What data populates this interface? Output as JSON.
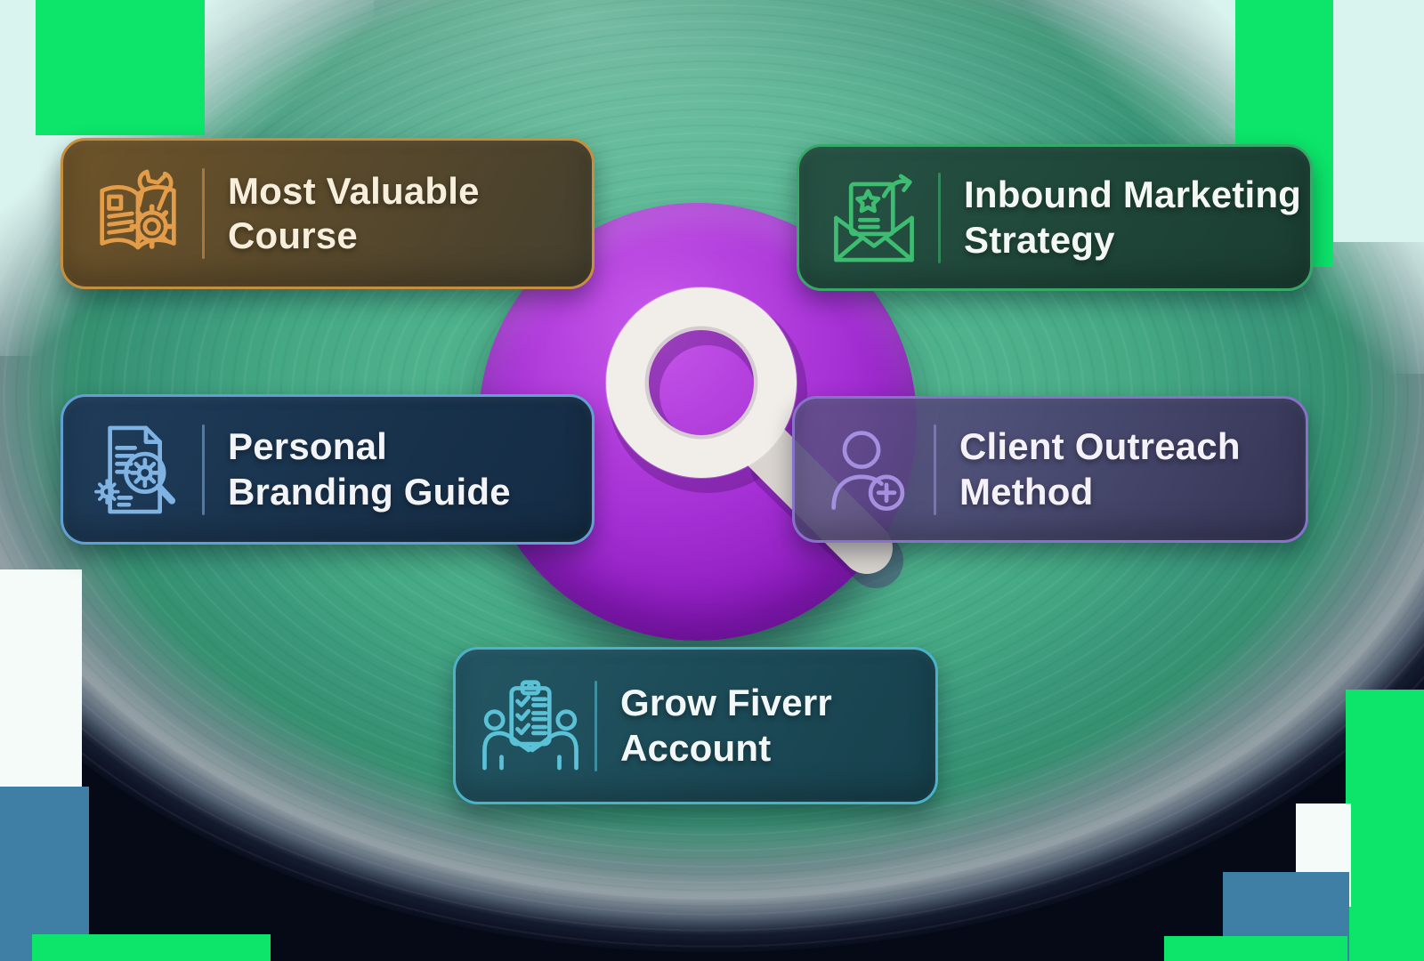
{
  "theme": {
    "page_bg": "#060a16",
    "bright_green": "#0ce56a",
    "mint": "#d9f3ee",
    "steel_blue": "#3f7fa6",
    "white_patch": "#f4fbf9",
    "ellipse_c1": "#57bb93",
    "ellipse_c2": "#44a883",
    "ellipse_c3": "#3a977a",
    "ellipse_c4": "#359070",
    "ellipse_silver": "#93a0a6",
    "ellipse_edge": "#141b2e",
    "circle_purple": "#a42fd4",
    "circle_purple_light": "#c658ea",
    "circle_purple_dark": "#7d13a8",
    "magnifier_white": "#f1ede9",
    "magnifier_handle": "#d9d4cf"
  },
  "center": {
    "icon": "magnifying-glass-3d"
  },
  "cards": [
    {
      "id": "most-valuable-course",
      "label_line1": "Most Valuable",
      "label_line2": "Course",
      "icon": "book-wrench-gear",
      "colors": {
        "accent": "#e39d4a",
        "border": "#c68f3e",
        "bg1": "#6d5329",
        "bg2": "#443f2e",
        "text": "#f7efdc"
      }
    },
    {
      "id": "inbound-marketing-strategy",
      "label_line1": "Inbound Marketing",
      "label_line2": "Strategy",
      "icon": "envelope-star-arrow",
      "colors": {
        "accent": "#3ebc72",
        "border": "#36a968",
        "bg1": "#265244",
        "bg2": "#1a3d31",
        "text": "#f4f8f4"
      }
    },
    {
      "id": "personal-branding-guide",
      "label_line1": "Personal",
      "label_line2": "Branding Guide",
      "icon": "document-search-gear",
      "colors": {
        "accent": "#7fb3e4",
        "border": "#629fd2",
        "bg1": "#1f3c59",
        "bg2": "#142b43",
        "text": "#f2f4f8"
      }
    },
    {
      "id": "client-outreach-method",
      "label_line1": "Client Outreach",
      "label_line2": "Method",
      "icon": "add-user",
      "colors": {
        "accent": "#a48fe0",
        "border": "#8672c8",
        "bg1": "rgba(95,82,138,0.88)",
        "bg2": "rgba(52,46,82,0.93)",
        "text": "#f4f2f8"
      }
    },
    {
      "id": "grow-fiverr-account",
      "label_line1": "Grow Fiverr",
      "label_line2": "Account",
      "icon": "handshake-checklist",
      "colors": {
        "accent": "#5ac1d6",
        "border": "#4cb2c9",
        "bg1": "#235663",
        "bg2": "#16404c",
        "text": "#f2f7f8"
      }
    }
  ]
}
